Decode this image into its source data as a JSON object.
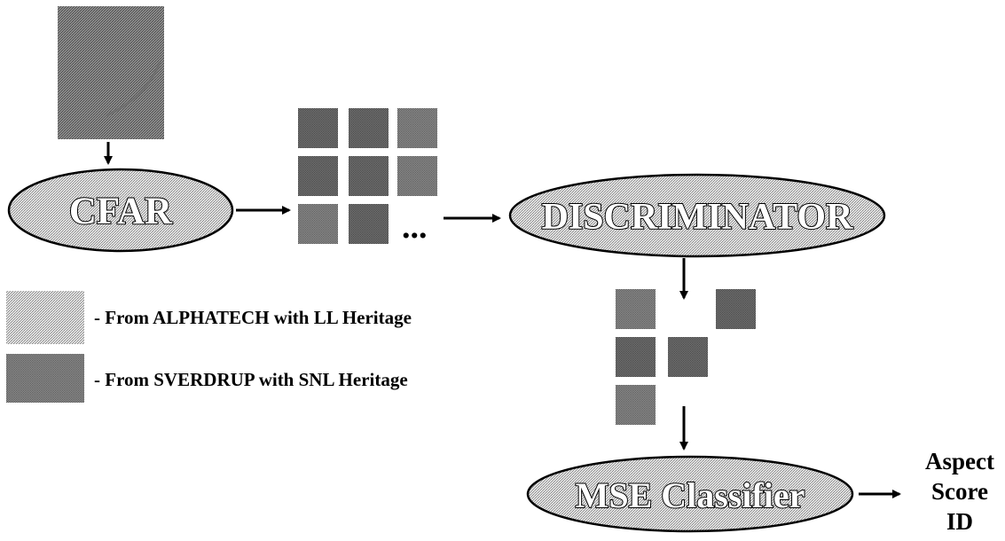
{
  "stages": {
    "cfar": "CFAR",
    "discriminator": "DISCRIMINATOR",
    "classifier": "MSE Classifier"
  },
  "ellipsis": "...",
  "legend": {
    "items": [
      {
        "text": "- From ALPHATECH with LL Heritage",
        "swatch": "light-dither"
      },
      {
        "text": "- From SVERDRUP with SNL Heritage",
        "swatch": "dark-dither"
      }
    ]
  },
  "outputs": [
    "Aspect",
    "Score",
    "ID"
  ],
  "colors": {
    "ink": "#000000",
    "light_fill": "#c9c9c9",
    "chip_fill": "#666666",
    "image_fill": "#777777"
  }
}
